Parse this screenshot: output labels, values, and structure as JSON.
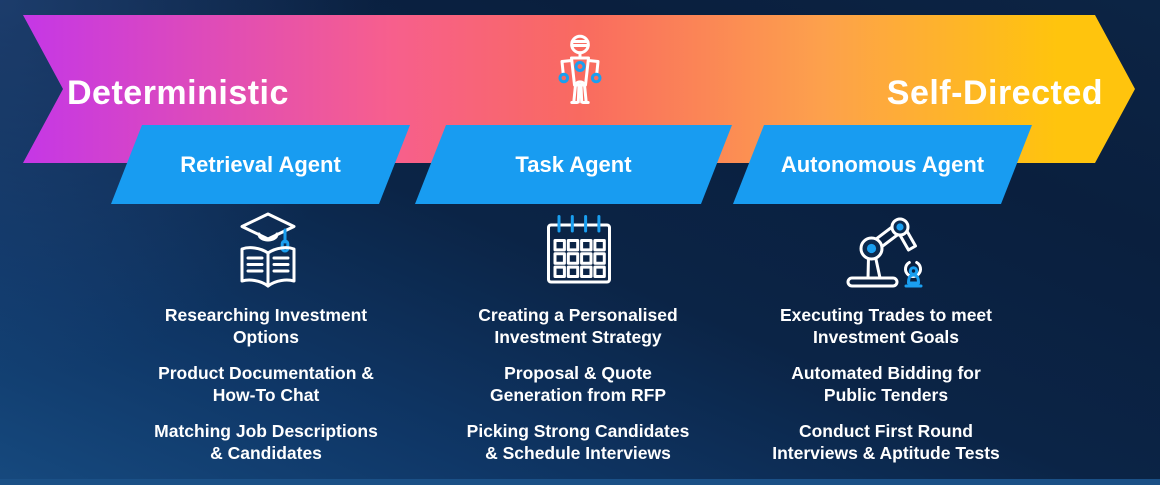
{
  "banner": {
    "left_label": "Deterministic",
    "right_label": "Self-Directed"
  },
  "icons": {
    "banner_center": "humanoid-robot-icon",
    "retrieval": "open-book-graduation-cap-icon",
    "task": "calendar-icon",
    "autonomous": "robotic-arm-icon"
  },
  "agents": [
    {
      "label": "Retrieval Agent",
      "use_cases": [
        {
          "line1": "Researching Investment",
          "line2": "Options"
        },
        {
          "line1": "Product Documentation &",
          "line2": "How-To Chat"
        },
        {
          "line1": "Matching Job Descriptions",
          "line2": "& Candidates"
        }
      ]
    },
    {
      "label": "Task Agent",
      "use_cases": [
        {
          "line1": "Creating a Personalised",
          "line2": "Investment Strategy"
        },
        {
          "line1": "Proposal & Quote",
          "line2": "Generation from RFP"
        },
        {
          "line1": "Picking Strong Candidates",
          "line2": "& Schedule Interviews"
        }
      ]
    },
    {
      "label": "Autonomous Agent",
      "use_cases": [
        {
          "line1": "Executing Trades to meet",
          "line2": "Investment Goals"
        },
        {
          "line1": "Automated Bidding for",
          "line2": "Public Tenders"
        },
        {
          "line1": "Conduct First Round",
          "line2": "Interviews & Aptitude Tests"
        }
      ]
    }
  ],
  "colors": {
    "gradient-magenta": "#c537e6",
    "gradient-pink": "#f75f8d",
    "gradient-coral": "#f96a60",
    "gradient-orange": "#fda14c",
    "gradient-gold": "#ffc40d",
    "agent-blue": "#189cf1",
    "icon-accent-blue": "#1a9ff0",
    "text-white": "#ffffff",
    "bg-navy-top": "#13355f",
    "bg-navy-mid": "#0a203f",
    "bg-navy-bottom": "#134576",
    "bottom-strip": "#1b5086"
  }
}
